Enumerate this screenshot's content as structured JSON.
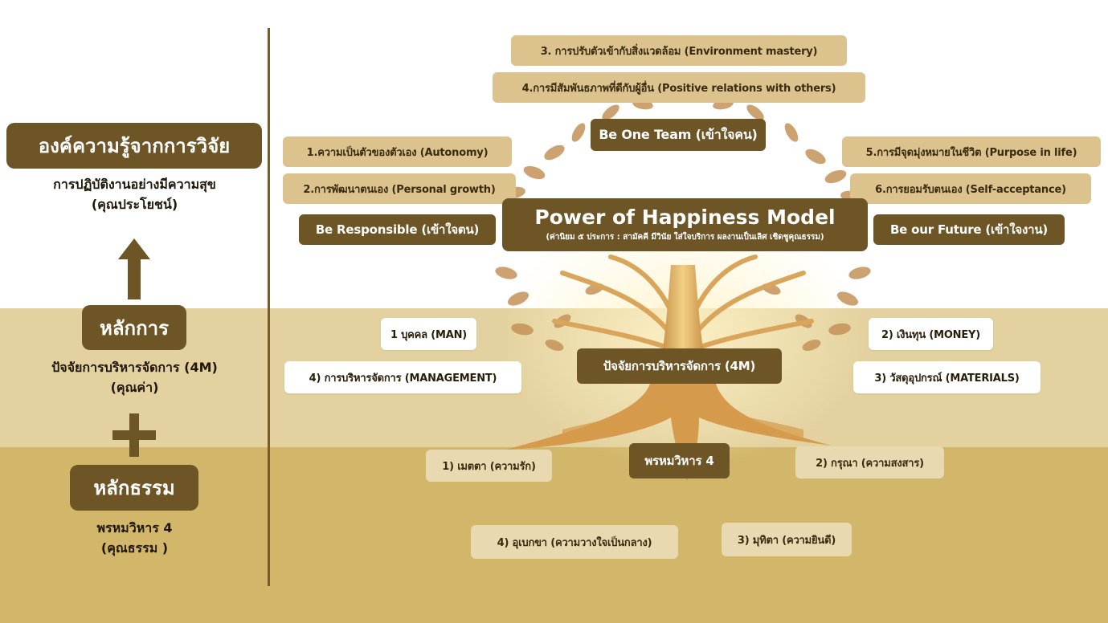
{
  "left": {
    "title": "องค์ความรู้จากการวิจัย",
    "benefit_line1": "การปฏิบัติงานอย่างมีความสุข",
    "benefit_line2": "(คุณประโยชน์)",
    "principle_label": "หลักการ",
    "principle_line1": "ปัจจัยการบริหารจัดการ (4M)",
    "principle_line2": "(คุณค่า)",
    "dhamma_label": "หลักธรรม",
    "dhamma_line1": "พรหมวิหาร 4",
    "dhamma_line2": "(คุณธรรม )"
  },
  "model": {
    "title": "Power of Happiness Model",
    "subtitle": "(ค่านิยม ๕ ประการ : สามัคคี มีวินัย ใส่ใจบริการ ผลงานเป็นเลิศ เชิดชูคุณธรรม)"
  },
  "wellbeing": {
    "env": "3. การปรับตัวเข้ากับสิ่งแวดล้อม (Environment mastery)",
    "relations": "4.การมีสัมพันธภาพที่ดีกับผู้อื่น (Positive relations with others)",
    "autonomy": "1.ความเป็นตัวของตัวเอง (Autonomy)",
    "growth": "2.การพัฒนาตนเอง (Personal growth)",
    "purpose": "5.การมีจุดมุ่งหมายในชีวิต (Purpose in life)",
    "acceptance": "6.การยอมรับตนเอง (Self-acceptance)"
  },
  "values": {
    "one_team": "Be One Team (เข้าใจคน)",
    "responsible": "Be Responsible (เข้าใจตน)",
    "future": "Be our Future (เข้าใจงาน)"
  },
  "factors": {
    "center": "ปัจจัยการบริหารจัดการ (4M)",
    "man": "1 บุคคล (MAN)",
    "money": "2) เงินทุน (MONEY)",
    "management": "4) การบริหารจัดการ (MANAGEMENT)",
    "materials": "3) วัสดุอุปกรณ์ (MATERIALS)"
  },
  "brahmavihara": {
    "center": "พรหมวิหาร 4",
    "metta": "1) เมตตา (ความรัก)",
    "karuna": "2) กรุณา (ความสงสาร)",
    "upekkha": "4) อุเบกขา (ความวางใจเป็นกลาง)",
    "mudita": "3) มุทิตา (ความยินดี)"
  },
  "colors": {
    "dark_brown": "#6e5526",
    "tan": "#dcc38e",
    "mid_band": "#e3d29f",
    "bottom_band": "#d2b76a",
    "gold": "#c8964a"
  }
}
